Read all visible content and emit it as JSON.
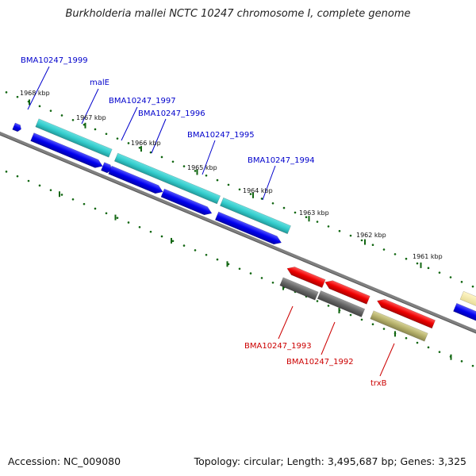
{
  "header": {
    "title": "Burkholderia mallei NCTC 10247 chromosome I, complete genome"
  },
  "footer": {
    "accession": "Accession: NC_009080",
    "topology": "Topology: circular; Length: 3,495,687 bp; Genes: 3,325"
  },
  "map": {
    "kbp_labels": [
      "1968 kbp",
      "1967 kbp",
      "1966 kbp",
      "1965 kbp",
      "1964 kbp",
      "1963 kbp",
      "1962 kbp",
      "1961 kbp"
    ],
    "gene_labels": [
      {
        "text": "BMA10247_1999",
        "color": "#0000cc"
      },
      {
        "text": "malE",
        "color": "#0000cc"
      },
      {
        "text": "BMA10247_1997",
        "color": "#0000cc"
      },
      {
        "text": "BMA10247_1996",
        "color": "#0000cc"
      },
      {
        "text": "BMA10247_1995",
        "color": "#0000cc"
      },
      {
        "text": "BMA10247_1994",
        "color": "#0000cc"
      },
      {
        "text": "BMA10247_1993",
        "color": "#cc0000"
      },
      {
        "text": "BMA10247_1992",
        "color": "#cc0000"
      },
      {
        "text": "trxB",
        "color": "#cc0000"
      }
    ],
    "colors": {
      "backbone": "#808080",
      "forward_cds": "#0000ee",
      "forward_gene": "#33cccc",
      "reverse_cds": "#ee0000",
      "reverse_gene": "#666666",
      "reverse_gene_alt": "#b5b06a",
      "tick": "#116611"
    }
  }
}
